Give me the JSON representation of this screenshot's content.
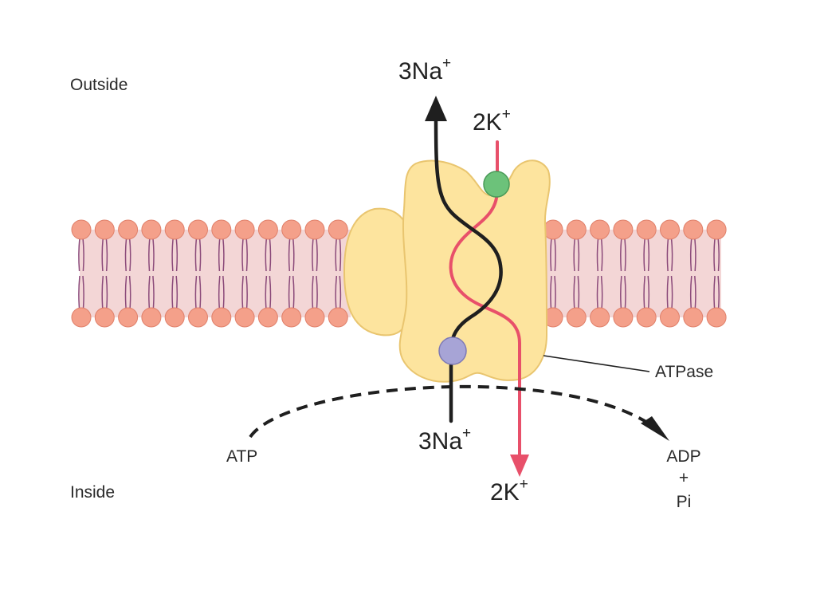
{
  "labels": {
    "outside": "Outside",
    "inside": "Inside",
    "atpase": "ATPase",
    "atp": "ATP",
    "adp": "ADP",
    "plus": "+",
    "pi": "Pi"
  },
  "ions": {
    "na_top": {
      "base": "3Na",
      "charge": "+"
    },
    "k_top": {
      "base": "2K",
      "charge": "+"
    },
    "na_bottom": {
      "base": "3Na",
      "charge": "+"
    },
    "k_bottom": {
      "base": "2K",
      "charge": "+"
    }
  },
  "colors": {
    "membrane_band": "#f3d6d6",
    "lipid_head": "#f4a08a",
    "lipid_head_edge": "#e0806a",
    "lipid_tail": "#8b4a7a",
    "protein_fill": "#fde49e",
    "protein_edge": "#e9c56f",
    "sodium_path": "#1f1f1f",
    "potassium_path": "#e8506a",
    "sodium_site": "#a7a4d6",
    "potassium_site": "#6cc27a"
  }
}
